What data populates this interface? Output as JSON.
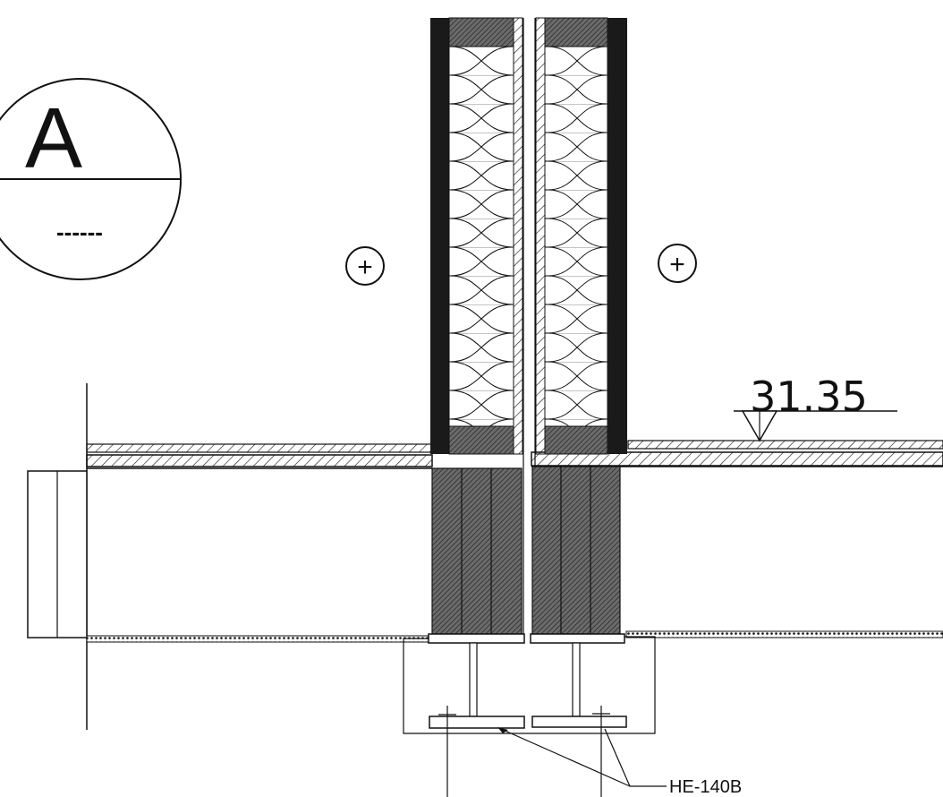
{
  "section_mark": {
    "letter": "A",
    "sheet_ref": "------"
  },
  "markers": {
    "left_symbol": "+",
    "right_symbol": "+"
  },
  "level": {
    "value": "31.35"
  },
  "callout": {
    "label": "HE-140B"
  }
}
